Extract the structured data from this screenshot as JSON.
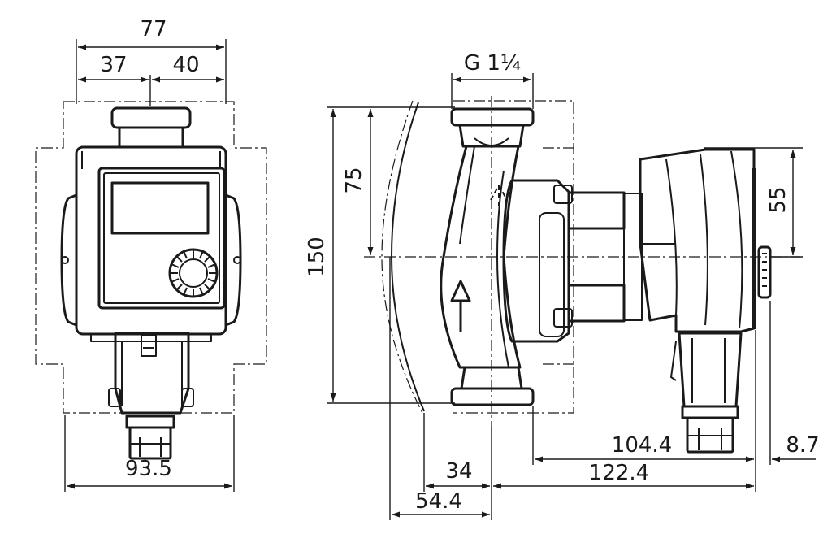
{
  "front_view": {
    "dim_total_width_top": "77",
    "dim_left_half": "37",
    "dim_right_half": "40",
    "dim_bottom_width": "93.5"
  },
  "side_view": {
    "dim_thread": "G 1¼",
    "dim_total_height": "150",
    "dim_half_height": "75",
    "dim_motor_height": "55",
    "dim_34": "34",
    "dim_54_4": "54.4",
    "dim_104_4": "104.4",
    "dim_122_4": "122.4",
    "dim_8_7": "8.7"
  }
}
